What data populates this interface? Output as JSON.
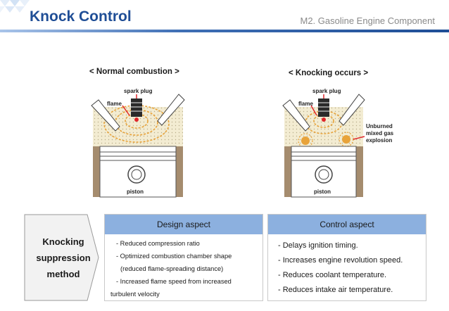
{
  "header": {
    "title": "Knock Control",
    "subtitle": "M2. Gasoline Engine Component"
  },
  "diagrams": {
    "normal": {
      "caption": "< Normal combustion >",
      "spark_plug_label": "spark plug",
      "flame_label": "flame",
      "piston_label": "piston"
    },
    "knocking": {
      "caption": "< Knocking occurs >",
      "spark_plug_label": "spark plug",
      "flame_label": "flame",
      "piston_label": "piston",
      "unburned_label": [
        "Unburned",
        "mixed gas",
        "explosion"
      ]
    }
  },
  "suppression": {
    "lines": [
      "Knocking",
      "suppression",
      "method"
    ]
  },
  "design_aspect": {
    "header": "Design aspect",
    "items": [
      "- Reduced compression ratio",
      "- Optimized combustion chamber shape",
      "(reduced flame-spreading distance)",
      "- Increased flame speed from increased",
      "turbulent velocity"
    ]
  },
  "control_aspect": {
    "header": "Control aspect",
    "items": [
      "- Delays ignition timing.",
      "- Increases engine revolution speed.",
      "- Reduces coolant temperature.",
      "- Reduces intake air temperature."
    ]
  },
  "colors": {
    "title": "#1f4e96",
    "panel_header": "#8cb0df",
    "flame": "#e8a33a",
    "arrow": "#e0252a"
  }
}
